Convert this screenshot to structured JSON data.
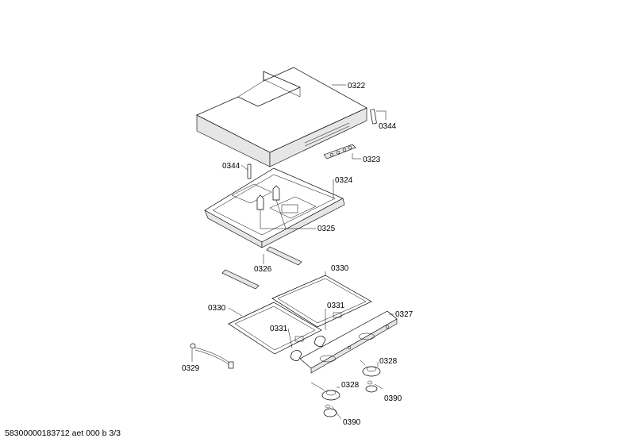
{
  "labels": {
    "l0322": "0322",
    "l0344_right": "0344",
    "l0323": "0323",
    "l0344_left": "0344",
    "l0324": "0324",
    "l0325": "0325",
    "l0326": "0326",
    "l0330_right": "0330",
    "l0330_left": "0330",
    "l0331_right": "0331",
    "l0331_left": "0331",
    "l0327": "0327",
    "l0329": "0329",
    "l0328_right": "0328",
    "l0328_left": "0328",
    "l0390_right": "0390",
    "l0390_left": "0390"
  },
  "footer": {
    "doc_id": "58300000183712 aet 000 b 3/3"
  }
}
